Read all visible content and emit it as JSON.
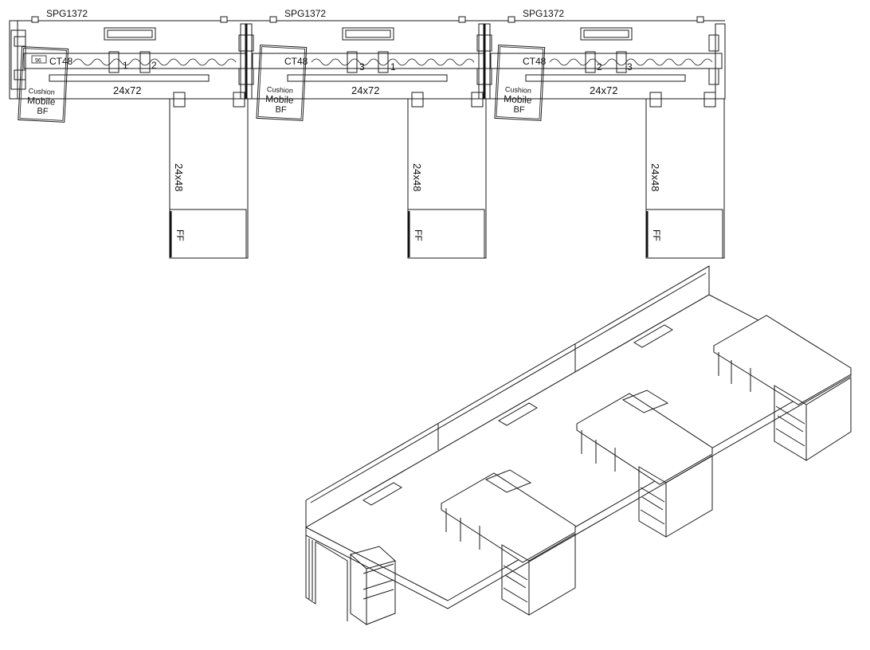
{
  "drawing": {
    "stations": [
      {
        "panel_label": "SPG1372",
        "return_label": "CT48",
        "tag": "96",
        "desk_label": "24x72",
        "return_desk_label": "24x48",
        "file_label": "FF",
        "pedestal_small": "Cushion",
        "pedestal_main": "Mobile",
        "pedestal_code": "BF",
        "outlet_a": "1",
        "outlet_b": "2"
      },
      {
        "panel_label": "SPG1372",
        "return_label": "CT48",
        "tag": "",
        "desk_label": "24x72",
        "return_desk_label": "24x48",
        "file_label": "FF",
        "pedestal_small": "Cushion",
        "pedestal_main": "Mobile",
        "pedestal_code": "BF",
        "outlet_a": "3",
        "outlet_b": "1"
      },
      {
        "panel_label": "SPG1372",
        "return_label": "CT48",
        "tag": "",
        "desk_label": "24x72",
        "return_desk_label": "24x48",
        "file_label": "FF",
        "pedestal_small": "Cushion",
        "pedestal_main": "Mobile",
        "pedestal_code": "BF",
        "outlet_a": "2",
        "outlet_b": "3"
      }
    ],
    "colors": {
      "line": "#1a1a1a",
      "background": "#ffffff"
    }
  }
}
